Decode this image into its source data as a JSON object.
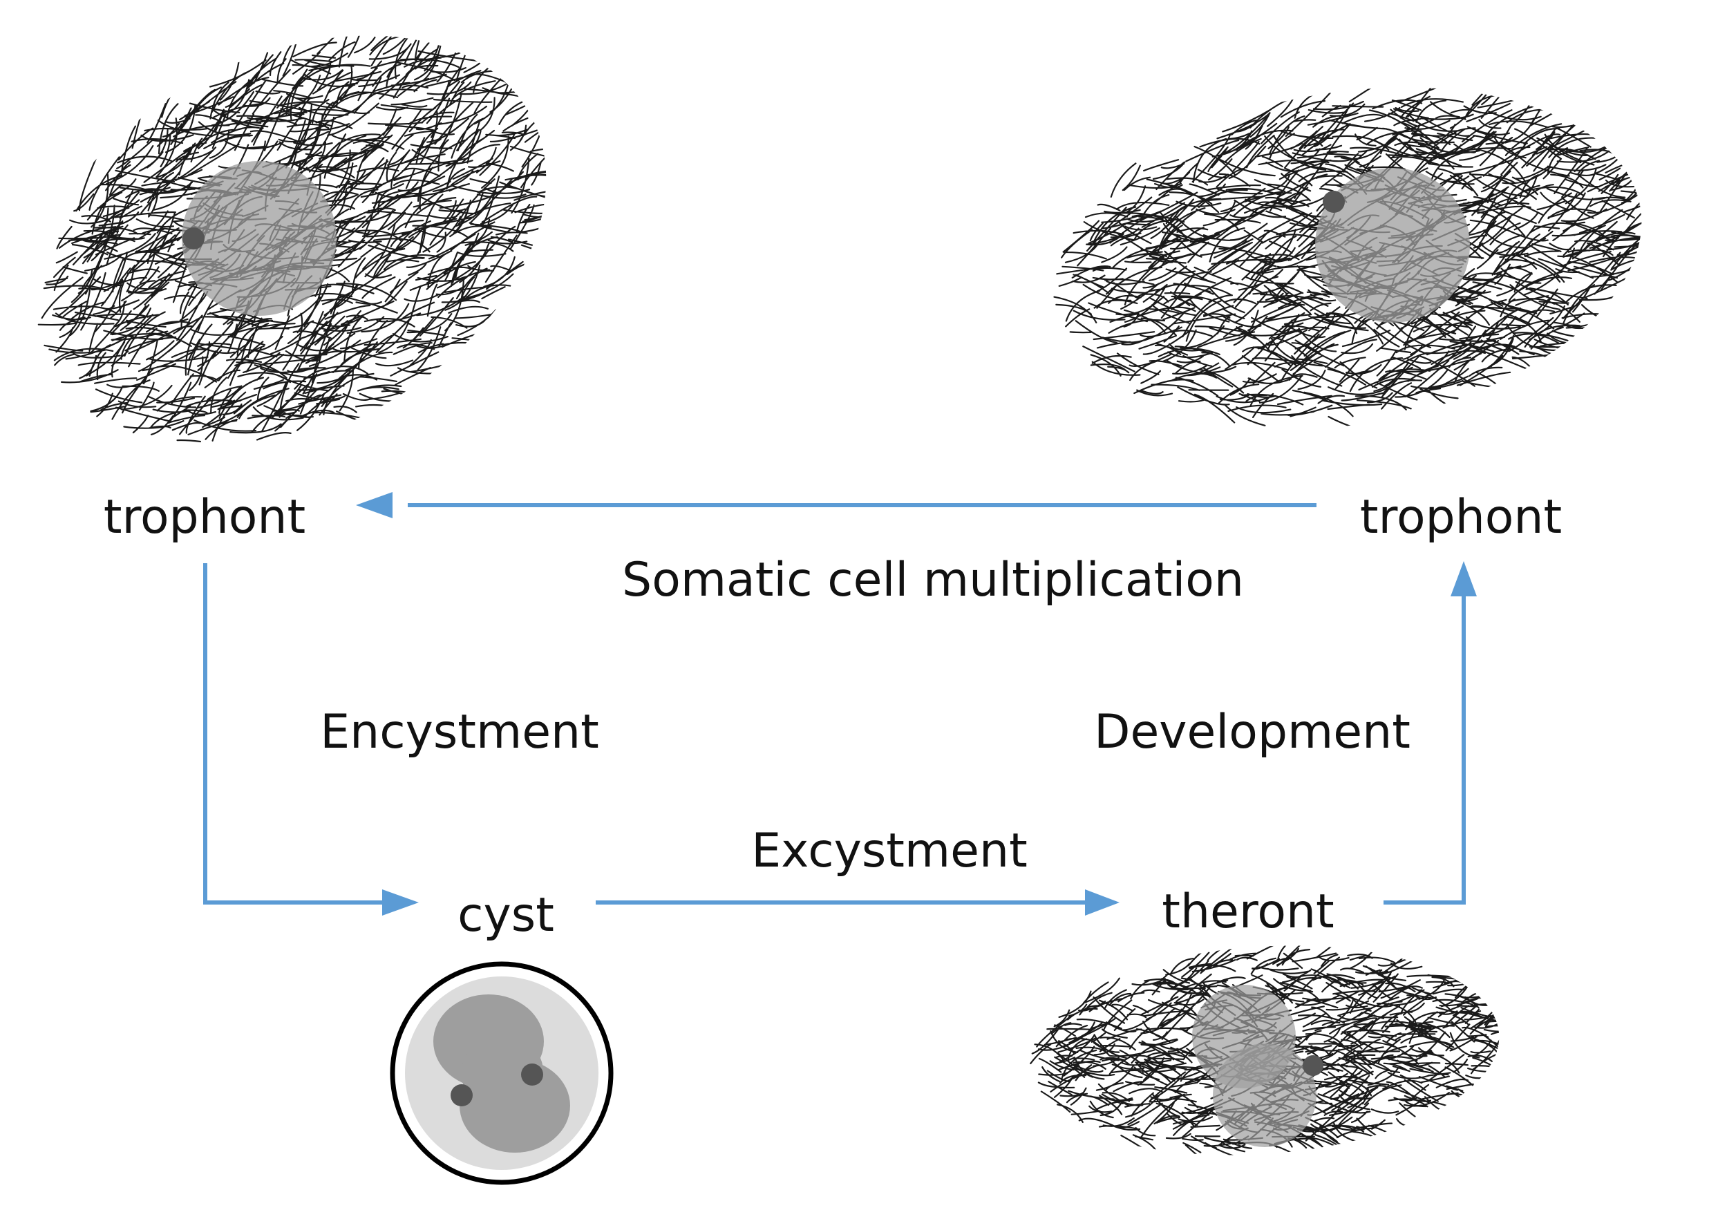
{
  "labels": {
    "trophont_left": "trophont",
    "trophont_right": "trophont",
    "cyst": "cyst",
    "theront": "theront",
    "somatic": "Somatic cell multiplication",
    "encystment": "Encystment",
    "development": "Development",
    "excystment": "Excystment"
  },
  "colors": {
    "arrow": "#5b9bd5",
    "cilia": "#1a1a1a",
    "macronucleus": "#9e9e9e",
    "micronucleus": "#555555",
    "cyst_inner": "#dcdcdc",
    "cyst_wall": "#000000"
  },
  "icons": {
    "trophont_left": "ciliated-trophont-cell",
    "trophont_right": "ciliated-trophont-cell",
    "cyst": "dividing-cyst-cell",
    "theront": "ciliated-theront-cell"
  }
}
